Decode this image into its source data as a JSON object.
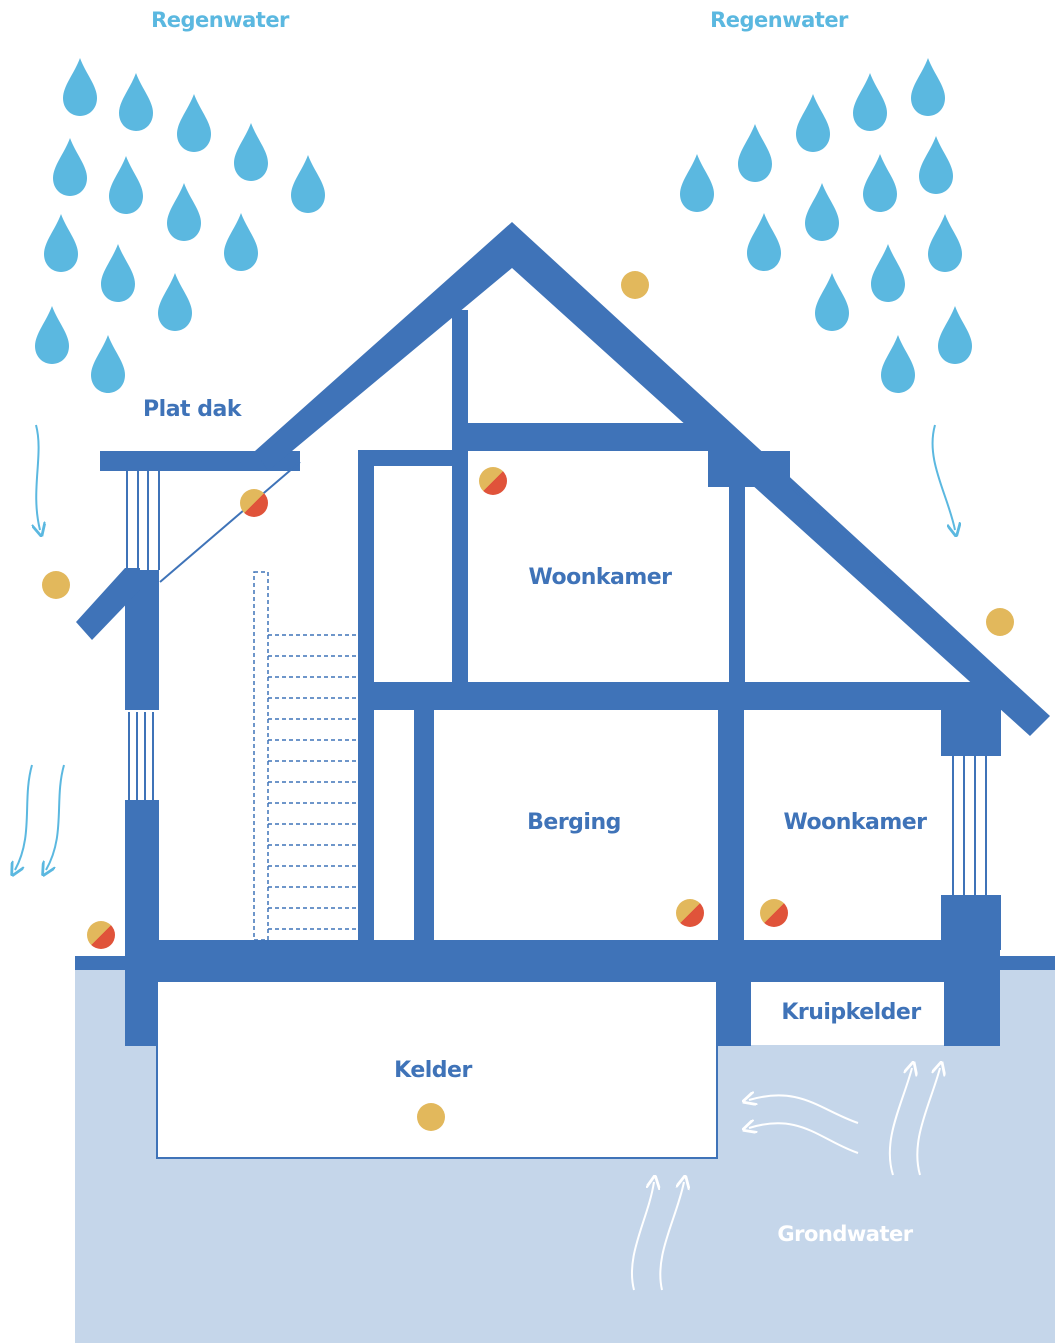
{
  "labels": {
    "rain_left": "Regenwater",
    "rain_right": "Regenwater",
    "flat_roof": "Plat dak",
    "attic_room": "Woonkamer",
    "storage": "Berging",
    "living_room": "Woonkamer",
    "crawlspace": "Kruipkelder",
    "basement": "Kelder",
    "groundwater": "Grondwater"
  },
  "colors": {
    "structure": "#3f73b8",
    "rain": "#5bb8e0",
    "ground": "#c5d6ea",
    "marker_yellow": "#e2b85c",
    "marker_red": "#e0533a"
  },
  "icons": {
    "raindrop": "raindrop-icon",
    "flow_arrow": "water-flow-arrow-icon",
    "sensor_dry": "yellow-dot-icon",
    "sensor_wet": "yellow-red-dot-icon"
  }
}
